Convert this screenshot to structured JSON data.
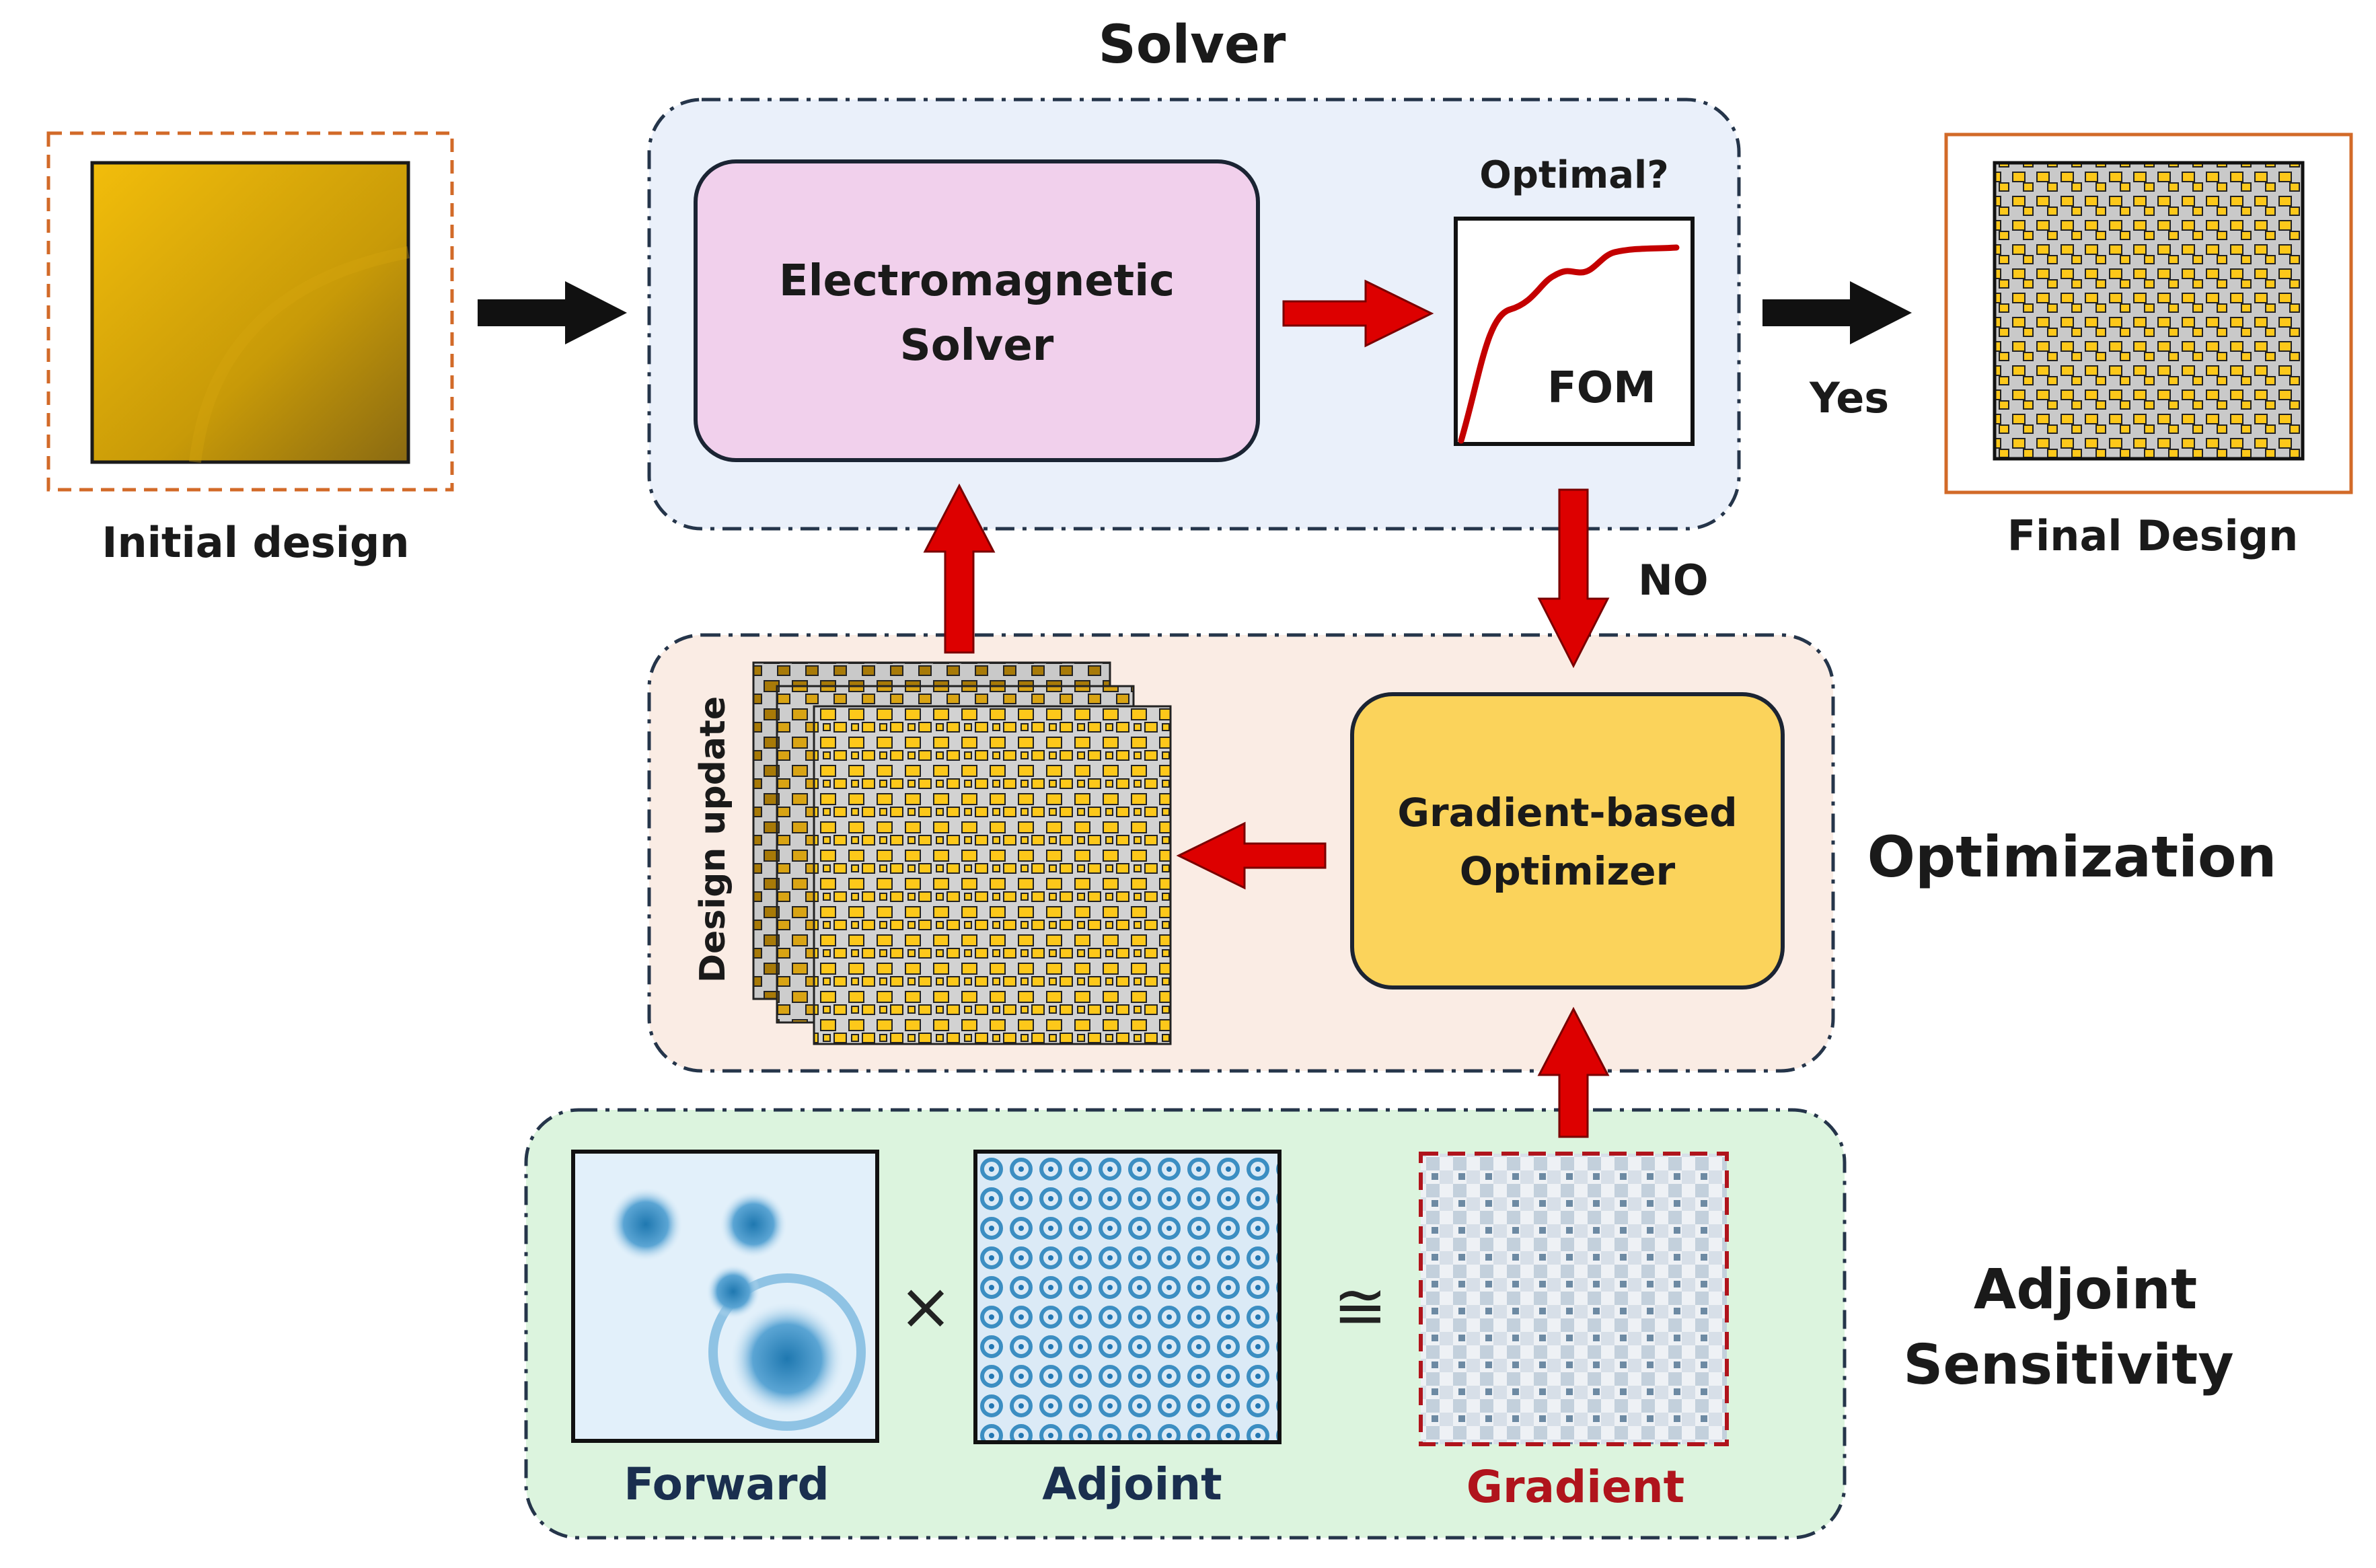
{
  "sections": {
    "solver": "Solver",
    "optimization": "Optimization",
    "adjoint_line1": "Adjoint",
    "adjoint_line2": "Sensitivity"
  },
  "initial_design": "Initial design",
  "final_design": "Final Design",
  "em_solver_line1": "Electromagnetic",
  "em_solver_line2": "Solver",
  "optimal_question": "Optimal?",
  "fom": "FOM",
  "yes": "Yes",
  "no": "NO",
  "optimizer_line1": "Gradient-based",
  "optimizer_line2": "Optimizer",
  "design_update": "Design update",
  "forward": "Forward",
  "adjoint": "Adjoint",
  "gradient": "Gradient",
  "times_symbol": "×",
  "approx_symbol": "≅",
  "colors": {
    "solver_bg": "#eaf0fa",
    "optimization_bg": "#faece4",
    "adjoint_bg": "#dcf4de",
    "em_box": "#f1d0ec",
    "optimizer_box": "#fbd35b",
    "gold": "#fdc81a",
    "gray": "#cfcfcf",
    "arrow_red": "#dd0000",
    "gradient_red": "#b0141c",
    "label_navy": "#1a2f4f"
  }
}
